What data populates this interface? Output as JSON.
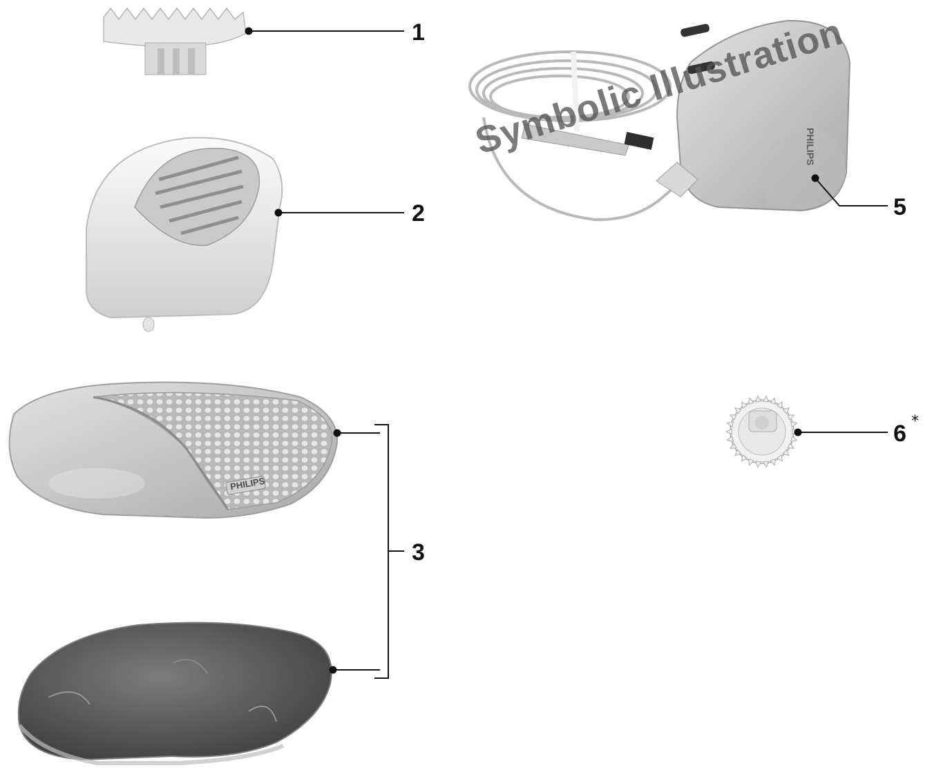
{
  "callouts": {
    "c1": "1",
    "c2": "2",
    "c3": "3",
    "c5": "5",
    "c6": "6",
    "c6_note": "*"
  },
  "watermark": "Symbolic Illustration",
  "brand_glove": "PHILIPS",
  "brand_adapter": "PHILIPS"
}
